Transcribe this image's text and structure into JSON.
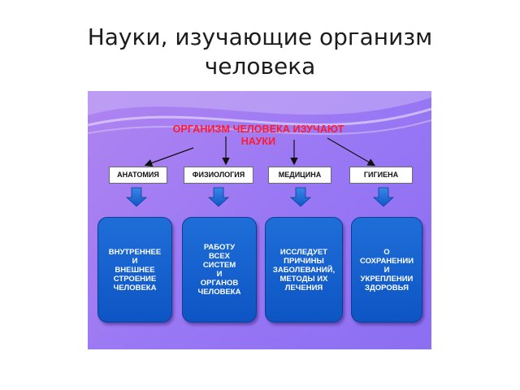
{
  "slide": {
    "title": "Науки, изучающие организм человека"
  },
  "diagram": {
    "header": "ОРГАНИЗМ ЧЕЛОВЕКА ИЗУЧАЮТ\nНАУКИ",
    "colors": {
      "header_text": "#ff1a2e",
      "panel": "#9a78f4",
      "box_blue": "#1465d0",
      "arrow_blue": "#1e6fd6"
    },
    "sciences": [
      {
        "name": "АНАТОМИЯ",
        "description": "ВНУТРЕННЕЕ\nИ\nВНЕШНЕЕ\nСТРОЕНИЕ\nЧЕЛОВЕКА"
      },
      {
        "name": "ФИЗИОЛОГИЯ",
        "description": "РАБОТУ\nВСЕХ\nСИСТЕМ\nИ\nОРГАНОВ\nЧЕЛОВЕКА"
      },
      {
        "name": "МЕДИЦИНА",
        "description": "ИССЛЕДУЕТ\nПРИЧИНЫ\nЗАБОЛЕВАНИЙ,\nМЕТОДЫ ИХ\nЛЕЧЕНИЯ"
      },
      {
        "name": "ГИГИЕНА",
        "description": "О\nСОХРАНЕНИИ\nИ\nУКРЕПЛЕНИИ\nЗДОРОВЬЯ"
      }
    ]
  }
}
